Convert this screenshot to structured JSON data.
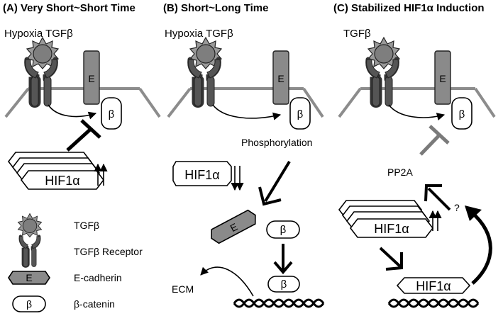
{
  "panels": {
    "a": {
      "header": "(A) Very Short~Short Time",
      "condition": "Hypoxia TGFβ"
    },
    "b": {
      "header": "(B) Short~Long Time",
      "condition": "Hypoxia TGFβ",
      "phosphorylation": "Phosphorylation",
      "ecm": "ECM"
    },
    "c": {
      "header": "(C) Stabilized HIF1α Induction",
      "condition": "TGFβ",
      "pp2a": "PP2A",
      "question": "?"
    }
  },
  "labels": {
    "e": "E",
    "beta": "β",
    "hif": "HIF1α"
  },
  "legend": {
    "tgfb": "TGFβ",
    "receptor": "TGFβ Receptor",
    "ecadherin": "E-cadherin",
    "bcatenin": "β-catenin"
  },
  "colors": {
    "membrane": "#8c8c8c",
    "receptor": "#4d4d4d",
    "tgfb_fill": "#8a8a8a",
    "ecad_fill": "#8a8a8a",
    "inhibitor_gray": "#7a7a7a"
  }
}
